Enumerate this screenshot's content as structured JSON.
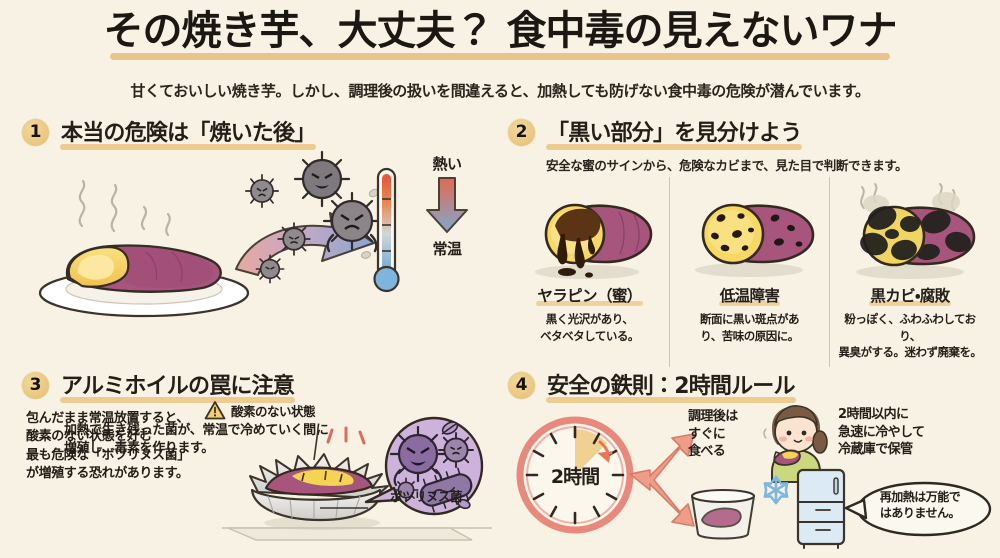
{
  "header": {
    "title": "その焼き芋、大丈夫？ 食中毒の見えないワナ",
    "subtitle": "甘くておいしい焼き芋。しかし、調理後の扱いを間違えると、加熱しても防げない食中毒の危険が潜んでいます。"
  },
  "colors": {
    "background": "#f7f2e4",
    "accent_gold": "#eec78c",
    "badge": "#ecca84",
    "hot_red": "#e06b52",
    "cool_blue": "#7fa8cf",
    "germ_gray": "#8e8a8d",
    "botulinum_purple": "#b79bc8",
    "potato_skin": "#a8557e",
    "potato_flesh": "#f5d668"
  },
  "sections": [
    {
      "number": "1",
      "heading": "本当の危険は「焼いた後」",
      "thermometer": {
        "hot_label": "熱い",
        "cool_label": "常温"
      },
      "caption": "加熱で生き残った菌が、常温で冷めていく間に\n増殖し、毒素を作ります。",
      "caption_lines": [
        "加熱で生き残った菌が、常温で冷めていく間に",
        "増殖し、毒素を作ります。"
      ]
    },
    {
      "number": "2",
      "heading": "「黒い部分」を見分けよう",
      "subheading": "安全な蜜のサインから、危険なカビまで、見た目で判断できます。",
      "cards": [
        {
          "title": "ヤラピン（蜜）",
          "desc_lines": [
            "黒く光沢があり、",
            "ベタベタしている。"
          ],
          "icon": "sweet-potato-syrup"
        },
        {
          "title": "低温障害",
          "desc_lines": [
            "断面に黒い斑点があ",
            "り、苦味の原因に。"
          ],
          "icon": "sweet-potato-spots"
        },
        {
          "title": "黒カビ・腐敗",
          "desc_lines": [
            "粉っぽく、ふわふわしており、",
            "異臭がする。迷わず廃棄を。"
          ],
          "icon": "sweet-potato-mold"
        }
      ]
    },
    {
      "number": "3",
      "heading": "アルミホイルの罠に注意",
      "body_lines": [
        "包んだまま常温放置すると、",
        "酸素のない状態を好む",
        "最も危険な「ボツリヌス菌」",
        "が増殖する恐れがあります。"
      ],
      "warning_label": "酸素のない状態",
      "bacteria_label": "ボツリヌス菌"
    },
    {
      "number": "4",
      "heading": "安全の鉄則：2時間ルール",
      "clock_label": "2時間",
      "branch_eat_lines": [
        "調理後は",
        "すぐに",
        "食べる"
      ],
      "branch_store_lines": [
        "2時間以内に",
        "急速に冷やして",
        "冷蔵庫で保管"
      ],
      "bubble_lines": [
        "再加熱は万能で",
        "はありません。"
      ]
    }
  ]
}
